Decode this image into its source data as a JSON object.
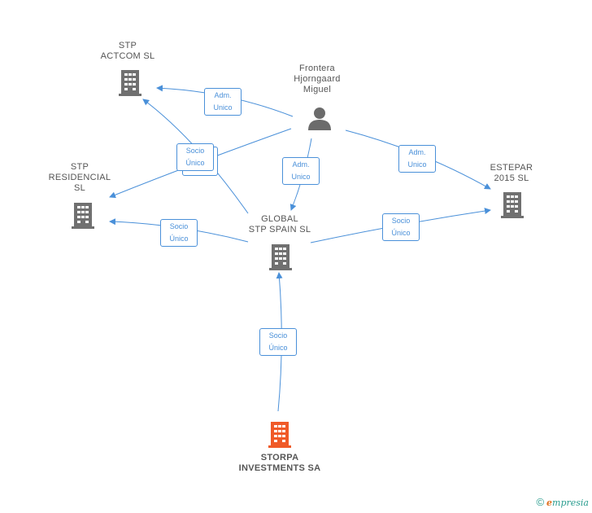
{
  "nodes": {
    "stp_actcom": {
      "lines": [
        "STP",
        "ACTCOM SL"
      ]
    },
    "frontera": {
      "lines": [
        "Frontera",
        "Hjorngaard",
        "Miguel"
      ]
    },
    "stp_residencial": {
      "lines": [
        "STP",
        "RESIDENCIAL",
        "SL"
      ]
    },
    "estepar": {
      "lines": [
        "ESTEPAR",
        "2015 SL"
      ]
    },
    "global_stp": {
      "lines": [
        "GLOBAL",
        "STP SPAIN SL"
      ]
    },
    "storpa": {
      "lines": [
        "STORPA",
        "INVESTMENTS SA"
      ]
    }
  },
  "edge_labels": {
    "adm_actcom": [
      "Adm.",
      "Unico"
    ],
    "socio_actcom": [
      "Socio",
      "Único"
    ],
    "adm_global": [
      "Adm.",
      "Unico"
    ],
    "adm_estepar": [
      "Adm.",
      "Unico"
    ],
    "socio_residencial": [
      "Socio",
      "Único"
    ],
    "socio_estepar": [
      "Socio",
      "Único"
    ],
    "socio_storpa": [
      "Socio",
      "Único"
    ]
  },
  "colors": {
    "edge": "#4a90d9",
    "building": "#707070",
    "building_main": "#f05a28",
    "person": "#6b6b6b"
  },
  "footer": {
    "copyright": "©",
    "brand_first": "e",
    "brand_rest": "mpresia"
  }
}
